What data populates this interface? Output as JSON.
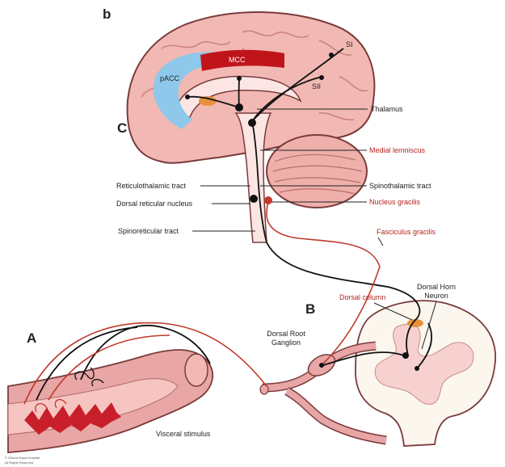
{
  "panels": {
    "b": "b",
    "c": "C",
    "a": "A",
    "b2": "B"
  },
  "labels": {
    "pacc": "pACC",
    "mcc": "MCC",
    "si": "SI",
    "sii": "SII",
    "thalamus": "Thalamus",
    "medial_lemniscus": "Medial lemniscus",
    "reticulothalamic_tract": "Reticulothalamic tract",
    "spinothalamic_tract": "Spinothalamic tract",
    "dorsal_reticular_nucleus": "Dorsal reticular nucleus",
    "nucleus_gracilis": "Nucleus gracilis",
    "spinoreticular_tract": "Spinoreticular tract",
    "fasciculus_gracilis": "Fasciculus gracilis",
    "dorsal_column": "Dorsal column",
    "dorsal_horn_neuron_line1": "Dorsal Horn",
    "dorsal_horn_neuron_line2": "Neuron",
    "dorsal_root_ganglion_line1": "Dorsal Root",
    "dorsal_root_ganglion_line2": "Ganglion",
    "visceral_stimulus": "Visceral stimulus"
  },
  "copyright": {
    "line1": "© Oxford Royal Hospital",
    "line2": "All Rights Reserved"
  },
  "colors": {
    "brain": "#f2b8b3",
    "brain_outline": "#7a3b3b",
    "brain_dark": "#d98e8a",
    "pacc_blue": "#8ec8ea",
    "mcc_red": "#c0141b",
    "thalamus_orange": "#e8913a",
    "pathway_black": "#111111",
    "pathway_red": "#c0392b",
    "spinal_white": "#fbf6ee",
    "gray_matter": "#f6d1cf",
    "gut_wall": "#e9a6a6",
    "gut_inner": "#c81f2a"
  }
}
